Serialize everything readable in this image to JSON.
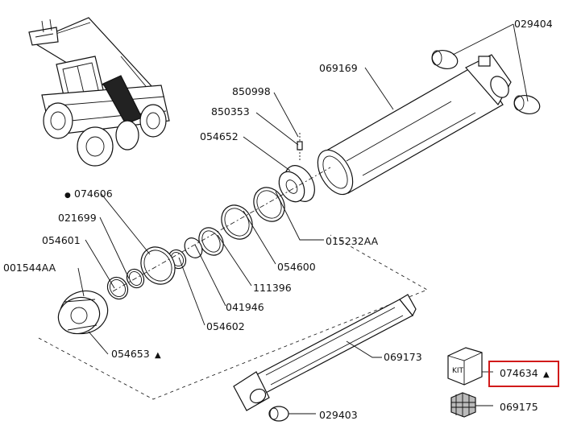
{
  "parts": {
    "p029404": "029404",
    "p069169": "069169",
    "p850998": "850998",
    "p850353": "850353",
    "p054652": "054652",
    "p074606": "074606",
    "p021699": "021699",
    "p054601": "054601",
    "p001544AA": "001544AA",
    "p015232AA": "015232AA",
    "p054600": "054600",
    "p111396": "111396",
    "p041946": "041946",
    "p054602": "054602",
    "p054653": "054653",
    "p069173": "069173",
    "p074634": "074634",
    "p069175": "069175",
    "p029403": "029403"
  },
  "kit_box_text": "KIT",
  "markers": {
    "triangle": "▲",
    "dot": "●"
  },
  "highlight_color": "#d11a1a",
  "highlighted_part": "074634"
}
